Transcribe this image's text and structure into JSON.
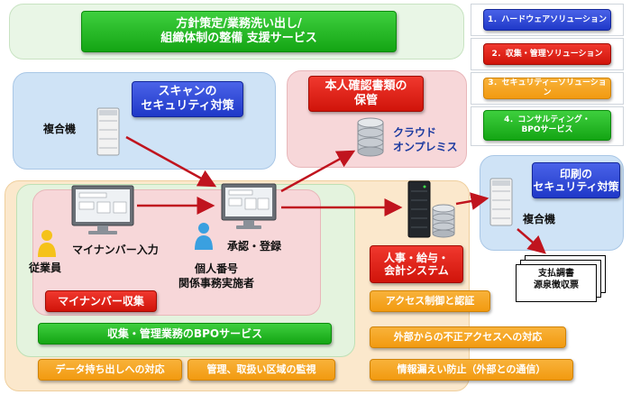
{
  "top_banner": "方針策定/業務洗い出し/\n組織体制の整備 支援サービス",
  "legend": [
    {
      "label": "1．ハードウェアソリューション",
      "color": "#2a3fd0"
    },
    {
      "label": "2．収集・管理ソリューション",
      "color": "#e0241a"
    },
    {
      "label": "3．セキュリティーソリューション",
      "color": "#f4a21c"
    },
    {
      "label": "4．コンサルティング・\nBPOサービス",
      "color": "#1db31d"
    }
  ],
  "scan_security": "スキャンの\nセキュリティ対策",
  "mfp_left": "複合機",
  "id_storage": "本人確認書類の\n保管",
  "cloud_onprem": "クラウド\nオンプレミス",
  "print_security": "印刷の\nセキュリティ対策",
  "mfp_right": "複合機",
  "payment_doc": "支払調書\n源泉徴収票",
  "employee": "従業員",
  "mynumber_input": "マイナンバー入力",
  "approve_register": "承認・登録",
  "personal_number_staff": "個人番号\n関係事務実施者",
  "mynumber_collect": "マイナンバー収集",
  "hr_system": "人事・給与・\n会計システム",
  "bpo_service": "収集・管理業務のBPOサービス",
  "security_items": {
    "access_control": "アクセス制御と認証",
    "unauthorized_access": "外部からの不正アクセスへの対応",
    "leak_prevention": "情報漏えい防止（外部との通信）",
    "data_takeout": "データ持ち出しへの対応",
    "area_monitoring": "管理、取扱い区域の監視"
  },
  "colors": {
    "arrow": "#c0141e",
    "green": "#1db31d",
    "blue": "#2a3fd0",
    "red": "#e0241a",
    "orange": "#f4a21c"
  }
}
